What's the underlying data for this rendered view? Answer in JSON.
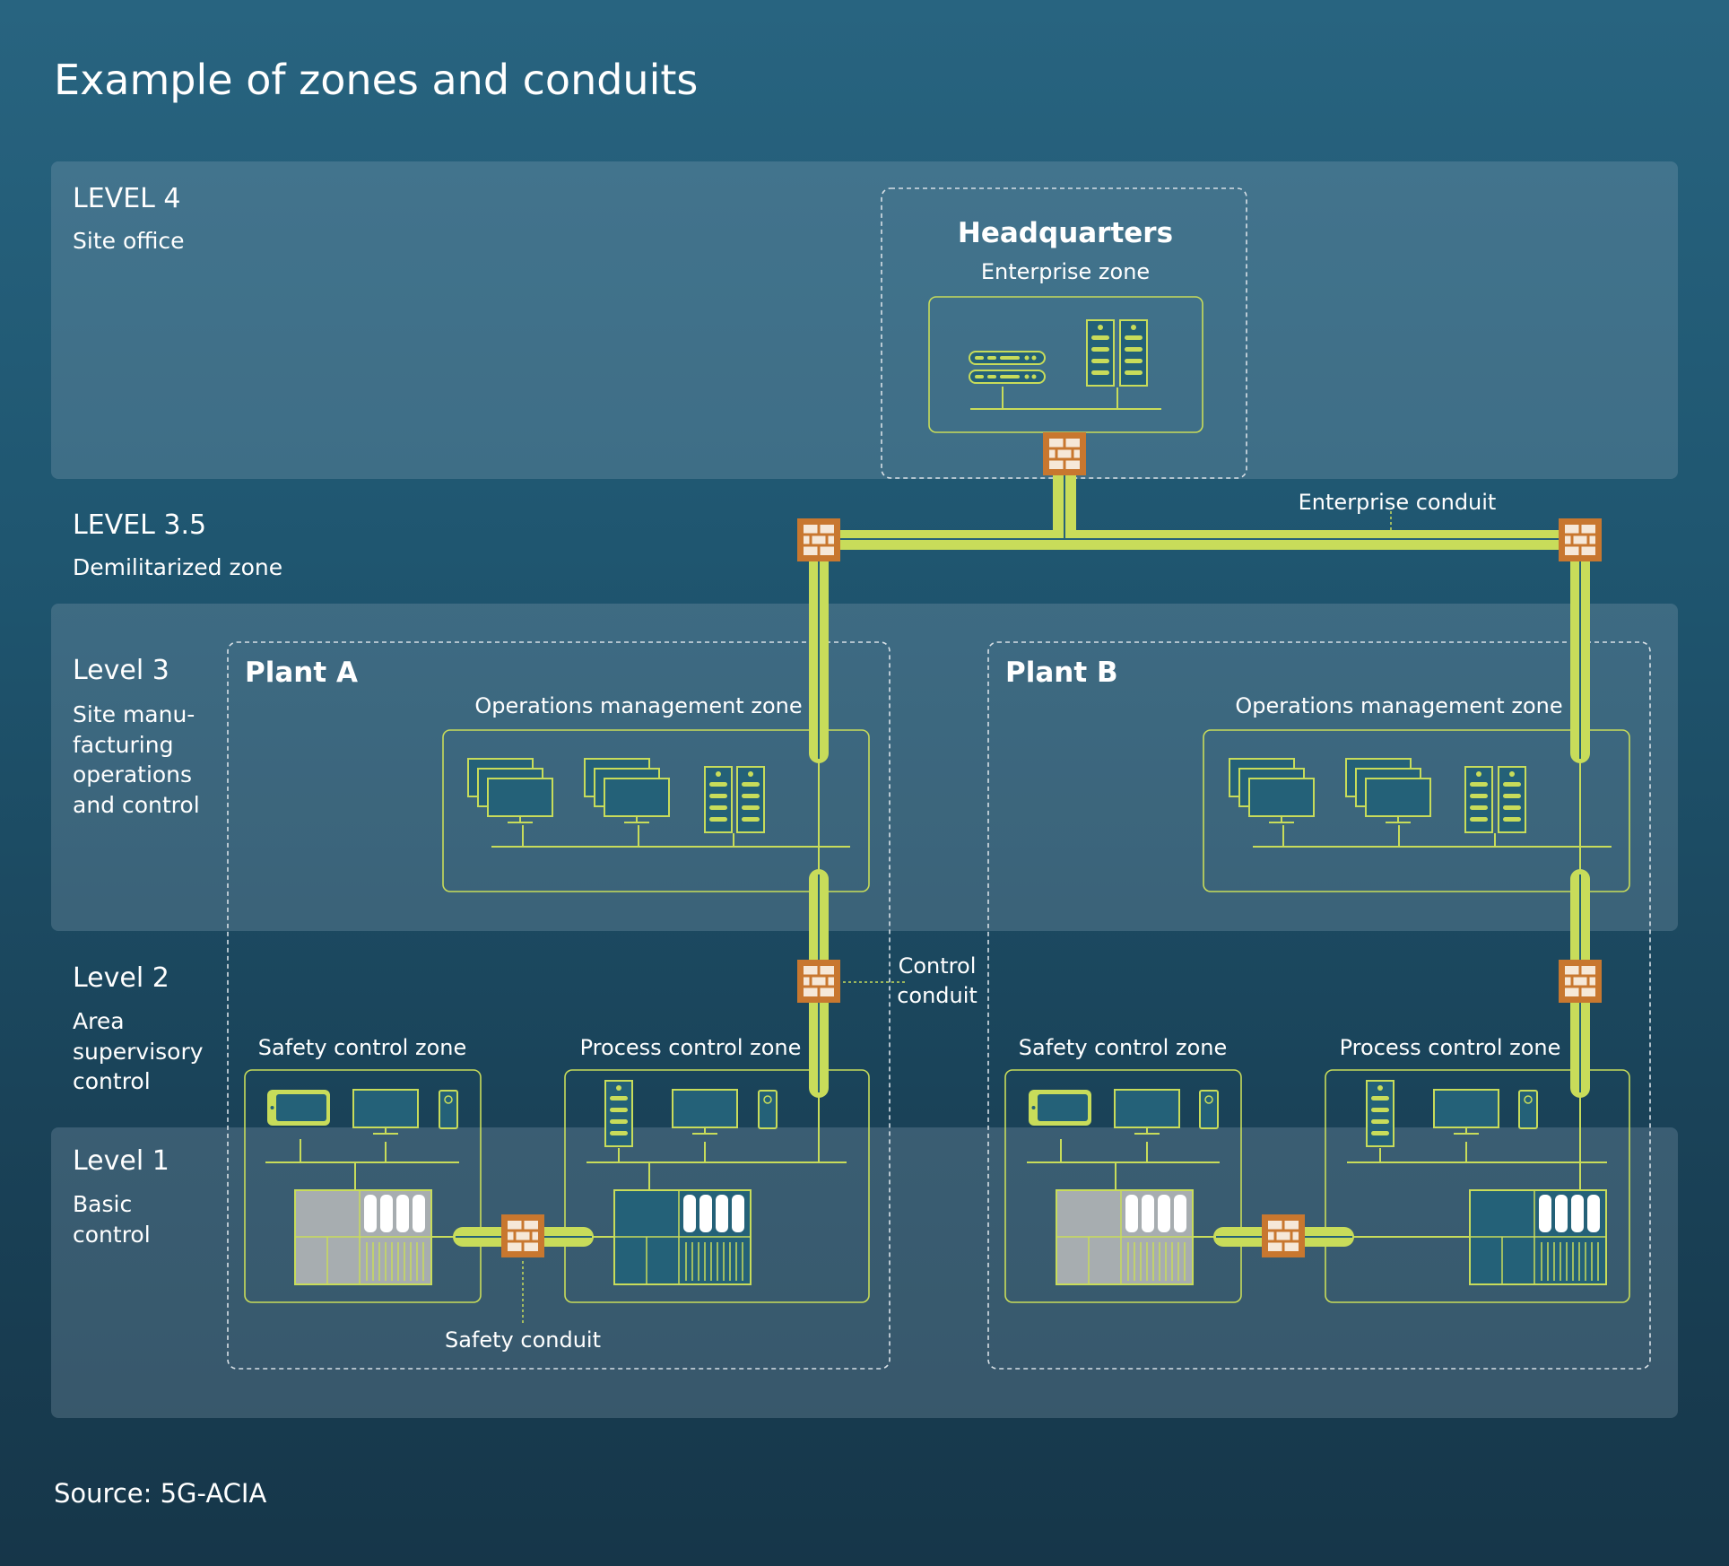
{
  "title": "Example of zones and conduits",
  "source": "Source: 5G-ACIA",
  "levels": [
    {
      "name": "LEVEL 4",
      "subtitle": "Site office"
    },
    {
      "name": "LEVEL 3.5",
      "subtitle": "Demilitarized zone"
    },
    {
      "name": "Level 3",
      "subtitle": "Site manu-facturing operations and control"
    },
    {
      "name": "Level 2",
      "subtitle": "Area supervisory control"
    },
    {
      "name": "Level 1",
      "subtitle": "Basic control"
    }
  ],
  "headquarters": {
    "title": "Headquarters",
    "zone": "Enterprise zone"
  },
  "plant_a": {
    "title": "Plant A",
    "ops_zone": "Operations management zone",
    "safety_zone": "Safety control zone",
    "process_zone": "Process control zone"
  },
  "plant_b": {
    "title": "Plant B",
    "ops_zone": "Operations management zone",
    "safety_zone": "Safety control zone",
    "process_zone": "Process control zone"
  },
  "conduits": {
    "enterprise": "Enterprise conduit",
    "control_line1": "Control",
    "control_line2": "conduit",
    "safety": "Safety conduit"
  },
  "colors": {
    "background_top": "#286480",
    "background_bottom": "#163649",
    "conduit": "#c8dc5a",
    "firewall": "#c8772f",
    "device_outline": "#c8dc5a",
    "device_fill": "#246178"
  },
  "icons": [
    "firewall-icon",
    "server-rack-icon",
    "network-switch-icon",
    "monitor-icon",
    "tablet-icon",
    "controller-icon",
    "plc-icon"
  ]
}
